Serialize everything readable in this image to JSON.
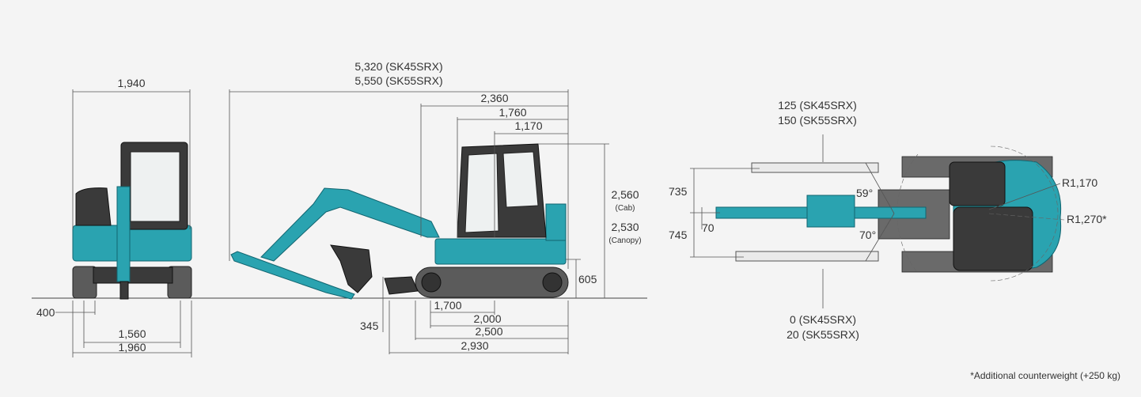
{
  "front_view": {
    "width_top": "1,940",
    "track_width": "1,560",
    "overall_width": "1,960",
    "offset": "400"
  },
  "side_view": {
    "length_sk45": "5,320 (SK45SRX)",
    "length_sk55": "5,550 (SK55SRX)",
    "d_2360": "2,360",
    "d_1760": "1,760",
    "d_1170": "1,170",
    "height_cab": "2,560",
    "height_cab_label": "(Cab)",
    "height_canopy": "2,530",
    "height_canopy_label": "(Canopy)",
    "ground_clearance": "605",
    "blade_depth": "345",
    "d_1700": "1,700",
    "d_2000": "2,000",
    "d_2500": "2,500",
    "d_2930": "2,930"
  },
  "top_view": {
    "offset_top_sk45": "125 (SK45SRX)",
    "offset_top_sk55": "150 (SK55SRX)",
    "d_735": "735",
    "d_745": "745",
    "d_70": "70",
    "angle_59": "59°",
    "angle_70": "70°",
    "r_1170": "R1,170",
    "r_1270": "R1,270*",
    "offset_bottom_sk45": "0 (SK45SRX)",
    "offset_bottom_sk55": "20 (SK55SRX)"
  },
  "footnote": "*Additional counterweight (+250 kg)",
  "colors": {
    "machine": "#2aa3b0",
    "background": "#f4f4f4"
  }
}
